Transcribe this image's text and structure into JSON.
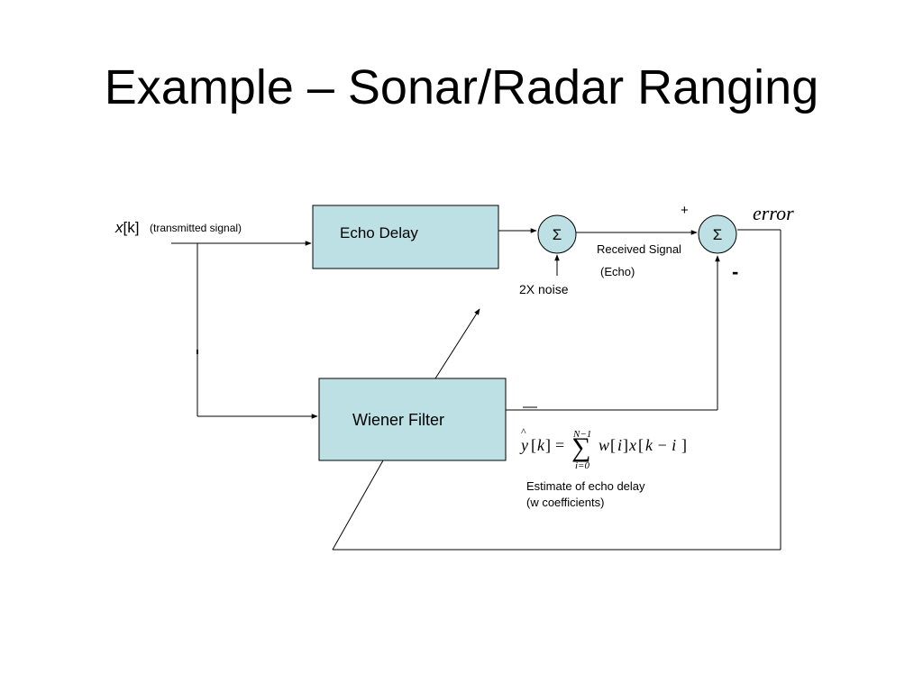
{
  "slide": {
    "title": "Example – Sonar/Radar Ranging"
  },
  "diagram": {
    "input": {
      "var": "x",
      "index": "[k]",
      "note": "(transmitted signal)"
    },
    "echo_delay": {
      "label": "Echo Delay"
    },
    "sum1": {
      "symbol": "Σ"
    },
    "noise": {
      "label": "2X noise"
    },
    "sum2": {
      "symbol": "Σ",
      "plus": "+",
      "minus": "-"
    },
    "received": {
      "line1": "Received Signal",
      "line2": "(Echo)"
    },
    "error": {
      "label": "error"
    },
    "wiener": {
      "label": "Wiener Filter"
    },
    "estimate": {
      "line1": "Estimate of echo delay",
      "line2": "(w coefficients)"
    },
    "equation": {
      "hat": "^",
      "lhs_var": "y",
      "lhs_lb": "[",
      "lhs_idx": "k",
      "lhs_rb": "]",
      "equals": "=",
      "sigma": "∑",
      "upper": "N−1",
      "lower": "i=0",
      "w": "w",
      "w_lb": "[",
      "w_idx": "i",
      "w_rb": "]",
      "x": "x",
      "x_lb": "[",
      "x_arg": "k − i",
      "x_rb": "]"
    },
    "colors": {
      "block_fill": "#bde0e4",
      "stroke": "#000000"
    }
  }
}
